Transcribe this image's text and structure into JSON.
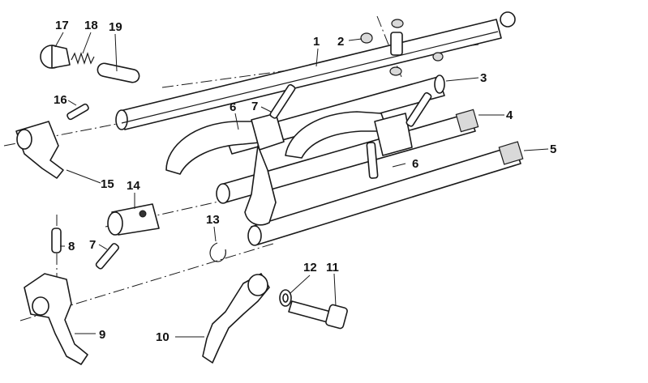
{
  "callouts": {
    "c1": "1",
    "c2": "2",
    "c3": "3",
    "c4": "4",
    "c5": "5",
    "c6a": "6",
    "c6b": "6",
    "c7a": "7",
    "c7b": "7",
    "c8": "8",
    "c9": "9",
    "c10": "10",
    "c11": "11",
    "c12": "12",
    "c13": "13",
    "c14": "14",
    "c15": "15",
    "c16": "16",
    "c17": "17",
    "c18": "18",
    "c19": "19"
  }
}
